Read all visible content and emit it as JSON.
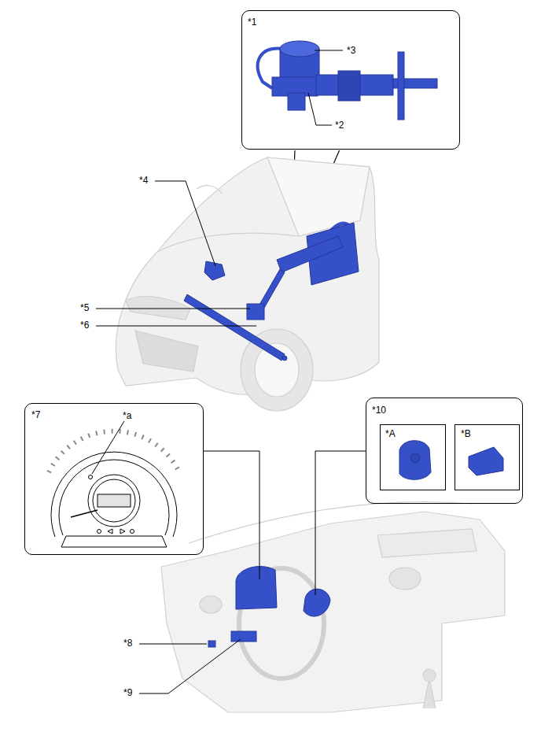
{
  "diagram": {
    "nodes": [
      {
        "text": [
          "*1",
          "*3",
          "*2"
        ]
      },
      {
        "text": [
          "*7",
          "*a"
        ]
      },
      {
        "text": [
          "*10"
        ]
      },
      {
        "text": [
          "*A"
        ],
        "in": 2
      },
      {
        "text": [
          "*B"
        ],
        "in": 2
      }
    ],
    "labels": [
      "*4",
      "*5",
      "*6",
      "*8",
      "*9"
    ]
  }
}
